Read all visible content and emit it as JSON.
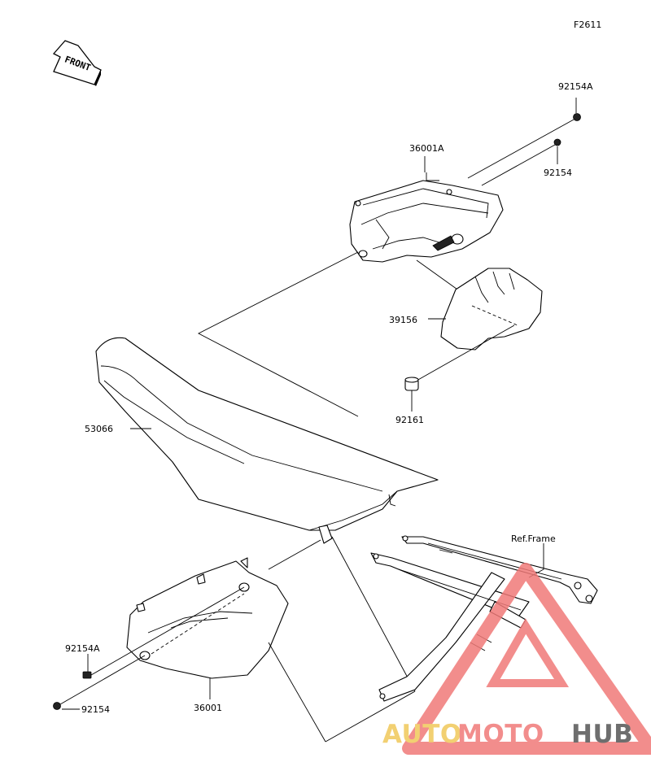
{
  "figure_code": "F2611",
  "front_label": "FRONT",
  "parts": {
    "p92154A_top": "92154A",
    "p92154_top": "92154",
    "p36001A": "36001A",
    "p39156": "39156",
    "p92161": "92161",
    "p53066": "53066",
    "ref_frame": "Ref.Frame",
    "p92154A_bottom": "92154A",
    "p92154_bottom": "92154",
    "p36001": "36001"
  },
  "watermark": {
    "part1": "AUTO",
    "part2": "MOTO",
    "part3": "HUB",
    "color1": "#f0c85a",
    "color2": "#f07a78",
    "color3": "#555555"
  }
}
